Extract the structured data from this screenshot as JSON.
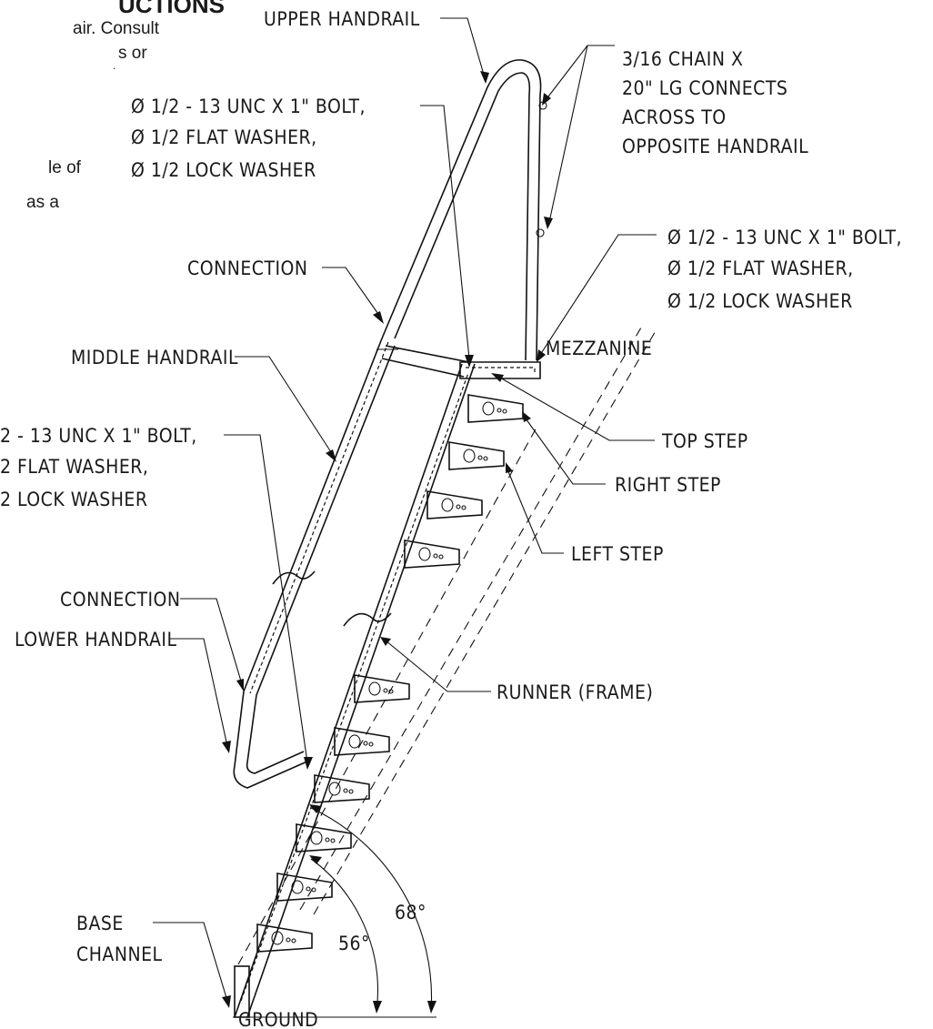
{
  "intro_text": {
    "heading_fragment": "UCTIONS",
    "line_1": "air. Consult",
    "line_2": "s or",
    "line_3": "le of",
    "line_4": "as a"
  },
  "labels": {
    "upper_handrail": "UPPER HANDRAIL",
    "chain": [
      "3/16 CHAIN X",
      "20\" LG CONNECTS",
      "ACROSS TO",
      "OPPOSITE HANDRAIL"
    ],
    "bolt_upper_left": [
      "Ø 1/2 - 13 UNC X 1\" BOLT,",
      "Ø 1/2 FLAT WASHER,",
      "Ø 1/2 LOCK WASHER"
    ],
    "bolt_right": [
      "Ø 1/2 - 13 UNC X 1\" BOLT,",
      "Ø 1/2 FLAT WASHER,",
      "Ø 1/2 LOCK WASHER"
    ],
    "bolt_middle_left": [
      "2 - 13 UNC X 1\" BOLT,",
      "2 FLAT WASHER,",
      "2 LOCK WASHER"
    ],
    "connection_upper": "CONNECTION",
    "mezzanine": "MEZZANINE",
    "middle_handrail": "MIDDLE HANDRAIL",
    "top_step": "TOP STEP",
    "right_step": "RIGHT STEP",
    "left_step": "LEFT STEP",
    "connection_lower": "CONNECTION",
    "lower_handrail": "LOWER HANDRAIL",
    "runner": "RUNNER (FRAME)",
    "base_channel": [
      "BASE",
      "CHANNEL"
    ],
    "ground": "GROUND",
    "angle_56": "56°",
    "angle_68": "68°"
  }
}
